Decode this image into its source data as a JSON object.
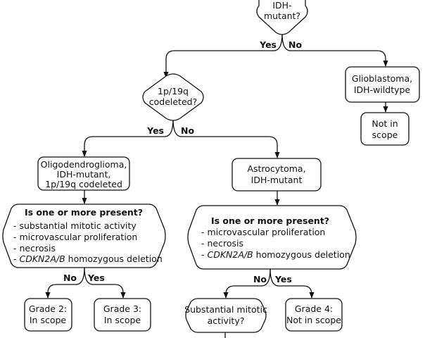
{
  "decisions": {
    "idh_mutant": [
      "IDH-",
      "mutant?"
    ],
    "codeleted": [
      "1p/19q",
      "codeleted?"
    ],
    "mitotic": [
      "Substantial mitotic",
      "activity?"
    ]
  },
  "branches": {
    "idh_yes": "Yes",
    "idh_no": "No",
    "codel_yes": "Yes",
    "codel_no": "No",
    "oligo_no": "No",
    "oligo_yes": "Yes",
    "astro_no": "No",
    "astro_yes": "Yes"
  },
  "boxes": {
    "glioblastoma": [
      "Glioblastoma,",
      "IDH-wildtype"
    ],
    "gbm_scope": [
      "Not in",
      "scope"
    ],
    "oligodendroglioma": [
      "Oligodendroglioma,",
      "IDH-mutant,",
      "1p/19q codeleted"
    ],
    "astrocytoma": [
      "Astrocytoma,",
      "IDH-mutant"
    ],
    "grade2": [
      "Grade 2:",
      "In scope"
    ],
    "grade3": [
      "Grade 3:",
      "In scope"
    ],
    "grade4": [
      "Grade 4:",
      "Not in scope"
    ]
  },
  "criteria_oligo": {
    "title": "Is one or more present?",
    "items": [
      {
        "prefix": "- ",
        "text": "substantial mitotic activity",
        "italic": "",
        "rest": ""
      },
      {
        "prefix": "- ",
        "text": "microvascular proliferation",
        "italic": "",
        "rest": ""
      },
      {
        "prefix": "- ",
        "text": "necrosis",
        "italic": "",
        "rest": ""
      },
      {
        "prefix": "- ",
        "text": "",
        "italic": "CDKN2A/B",
        "rest": " homozygous deletion"
      }
    ]
  },
  "criteria_astro": {
    "title": "Is one or more present?",
    "items": [
      {
        "prefix": "- ",
        "text": "microvascular proliferation",
        "italic": "",
        "rest": ""
      },
      {
        "prefix": "- ",
        "text": "necrosis",
        "italic": "",
        "rest": ""
      },
      {
        "prefix": "- ",
        "text": "",
        "italic": "CDKN2A/B",
        "rest": " homozygous deletion"
      }
    ]
  }
}
